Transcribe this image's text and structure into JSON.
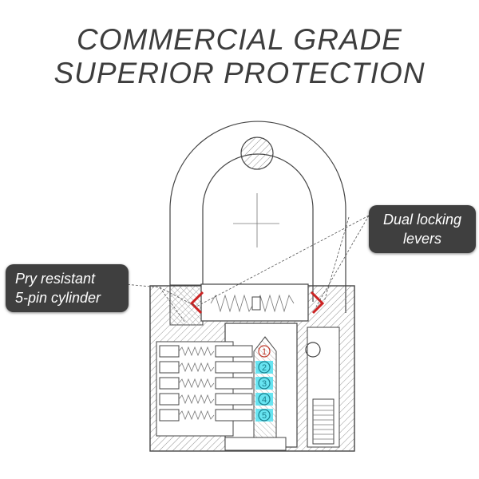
{
  "headline": {
    "line1": "COMMERCIAL GRADE",
    "line2": "SUPERIOR PROTECTION"
  },
  "callouts": {
    "left": {
      "line1": "Pry resistant",
      "line2": "5-pin cylinder"
    },
    "right": {
      "line1": "Dual locking",
      "line2": "levers"
    }
  },
  "pins": [
    {
      "label": "1",
      "color": "#c0392b",
      "highlight": "none"
    },
    {
      "label": "2",
      "color": "#1a7f8e",
      "highlight": "#4fe0f0"
    },
    {
      "label": "3",
      "color": "#1a7f8e",
      "highlight": "#4fe0f0"
    },
    {
      "label": "4",
      "color": "#1a7f8e",
      "highlight": "#4fe0f0"
    },
    {
      "label": "5",
      "color": "#1a7f8e",
      "highlight": "#4fe0f0"
    }
  ],
  "colors": {
    "callout_bg": "#3f3f3f",
    "lever_red": "#cc2222",
    "line": "#444444"
  }
}
